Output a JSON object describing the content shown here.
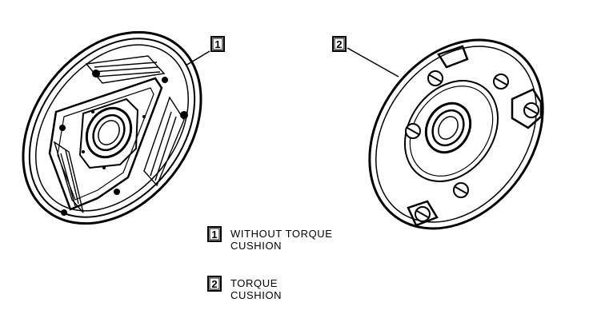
{
  "callouts": [
    {
      "number": "1"
    },
    {
      "number": "2"
    }
  ],
  "legend": [
    {
      "number": "1",
      "line1": "WITHOUT TORQUE",
      "line2": "CUSHION"
    },
    {
      "number": "2",
      "line1": "TORQUE",
      "line2": "CUSHION"
    }
  ],
  "colors": {
    "ink": "#000000",
    "background": "#ffffff"
  }
}
